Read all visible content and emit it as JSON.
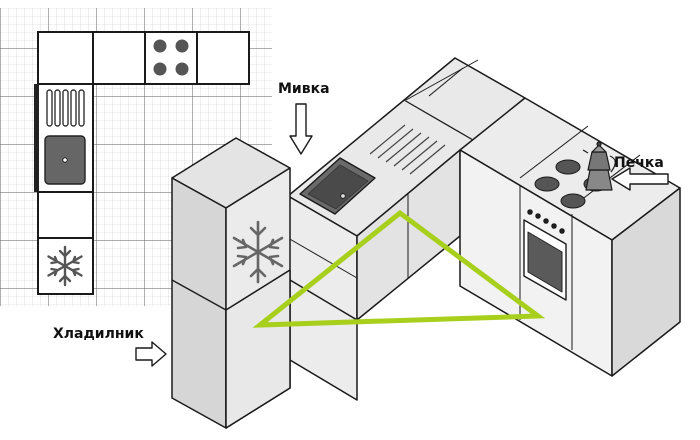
{
  "labels": {
    "sink": "Мивка",
    "stove": "Печка",
    "fridge": "Хладилник"
  },
  "colors": {
    "triangle": "#a8cf1c",
    "cabinet_top": "#e9e9e9",
    "cabinet_left": "#d9d9d9",
    "cabinet_right": "#efefef",
    "outline": "#1a1a1a",
    "grid_minor": "#c9c9c9",
    "grid_major": "#7a7a7a",
    "appliance_dark": "#555555"
  },
  "icons": {
    "fridge": "snowflake-icon",
    "stove": "burner-icon",
    "kettle": "moka-pot-icon",
    "sink": "sink-basin-icon",
    "arrow": "right-arrow-outline-icon"
  }
}
